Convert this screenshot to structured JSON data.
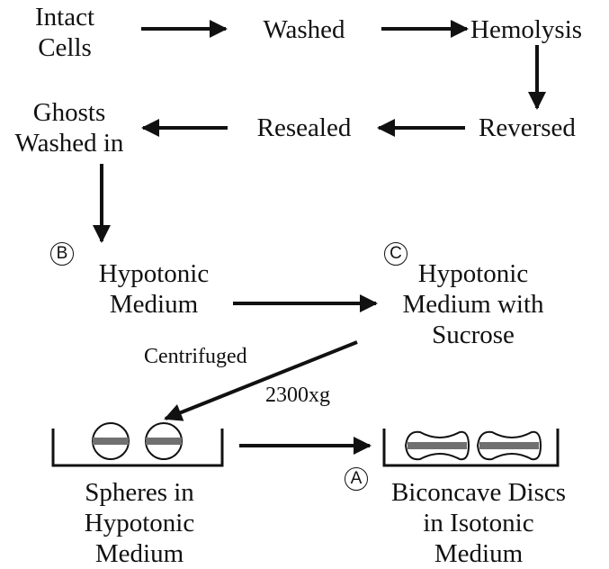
{
  "nodes": {
    "intact_cells": [
      "Intact",
      "Cells"
    ],
    "washed": "Washed",
    "hemolysis": "Hemolysis",
    "reversed": "Reversed",
    "resealed": "Resealed",
    "ghosts_washed": [
      "Ghosts",
      "Washed in"
    ],
    "hypotonic_medium": [
      "Hypotonic",
      "Medium"
    ],
    "hypotonic_sucrose": [
      "Hypotonic",
      "Medium with",
      "Sucrose"
    ],
    "spheres": [
      "Spheres in",
      "Hypotonic",
      "Medium"
    ],
    "biconcave": [
      "Biconcave Discs",
      "in Isotonic",
      "Medium"
    ]
  },
  "markers": {
    "a": "A",
    "b": "B",
    "c": "C"
  },
  "edge_labels": {
    "centrifuged": "Centrifuged",
    "force": "2300xg"
  },
  "colors": {
    "ink": "#111111",
    "band": "#707070"
  }
}
